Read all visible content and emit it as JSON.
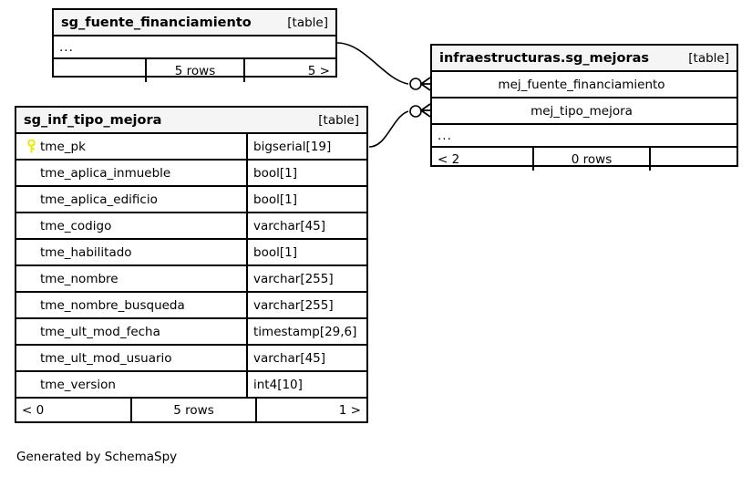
{
  "diagram": {
    "generator_note": "Generated by SchemaSpy",
    "kind_label": "[table]"
  },
  "tables": {
    "fuente": {
      "name": "sg_fuente_financiamiento",
      "kind": "[table]",
      "ellipsis": "...",
      "footer": {
        "left": "",
        "mid": "5 rows",
        "right": "5 >"
      }
    },
    "tipo_mejora": {
      "name": "sg_inf_tipo_mejora",
      "kind": "[table]",
      "columns": [
        {
          "name": "tme_pk",
          "type": "bigserial[19]",
          "key": "primary-key"
        },
        {
          "name": "tme_aplica_inmueble",
          "type": "bool[1]",
          "key": "none"
        },
        {
          "name": "tme_aplica_edificio",
          "type": "bool[1]",
          "key": "none"
        },
        {
          "name": "tme_codigo",
          "type": "varchar[45]",
          "key": "none"
        },
        {
          "name": "tme_habilitado",
          "type": "bool[1]",
          "key": "none"
        },
        {
          "name": "tme_nombre",
          "type": "varchar[255]",
          "key": "none"
        },
        {
          "name": "tme_nombre_busqueda",
          "type": "varchar[255]",
          "key": "none"
        },
        {
          "name": "tme_ult_mod_fecha",
          "type": "timestamp[29,6]",
          "key": "none"
        },
        {
          "name": "tme_ult_mod_usuario",
          "type": "varchar[45]",
          "key": "none"
        },
        {
          "name": "tme_version",
          "type": "int4[10]",
          "key": "none"
        }
      ],
      "footer": {
        "left": "< 0",
        "mid": "5 rows",
        "right": "1 >"
      }
    },
    "mejoras": {
      "name": "infraestructuras.sg_mejoras",
      "kind": "[table]",
      "columns": [
        {
          "name": "mej_fuente_financiamiento",
          "key": "foreign-key"
        },
        {
          "name": "mej_tipo_mejora",
          "key": "foreign-key"
        }
      ],
      "ellipsis": "...",
      "footer": {
        "left": "< 2",
        "mid": "0 rows",
        "right": ""
      }
    }
  },
  "relationships": [
    {
      "from": "sg_fuente_financiamiento",
      "to": "mej_fuente_financiamiento",
      "from_cardinality": "zero-or-one",
      "to_cardinality": "many"
    },
    {
      "from": "sg_inf_tipo_mejora",
      "to": "mej_tipo_mejora",
      "from_cardinality": "zero-or-one",
      "to_cardinality": "many"
    }
  ],
  "colors": {
    "primary_key_icon": "#e8e800",
    "foreign_key_icon": "#b4b4b4",
    "border": "#000000",
    "header_background": "#f5f5f5",
    "background": "#ffffff"
  }
}
